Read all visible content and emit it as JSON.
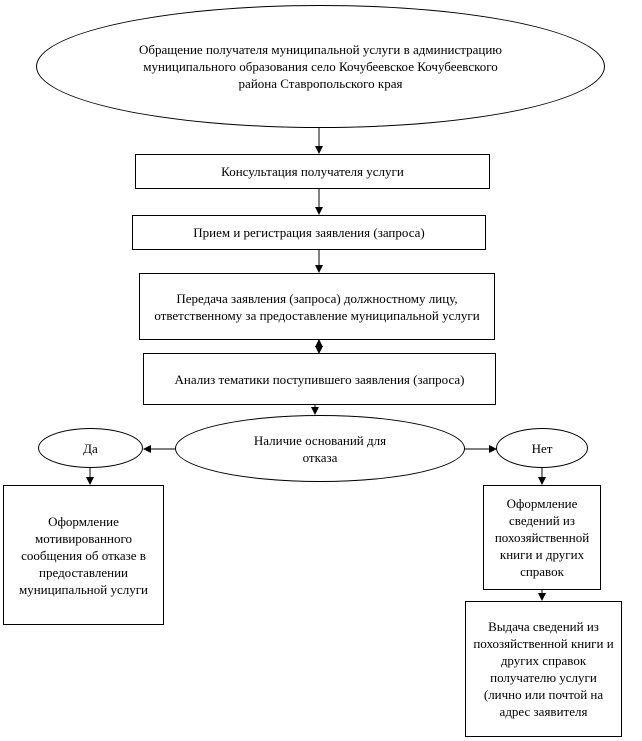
{
  "nodes": {
    "start": "Обращение получателя муниципальной услуги в администрацию муниципального образования село Кочубеевское Кочубеевского района Ставропольского края",
    "consult": "Консультация получателя услуги",
    "reception": "Прием и регистрация заявления (запроса)",
    "transfer": "Передача заявления (запроса) должностному лицу, ответственному за предоставление муниципальной услуги",
    "analysis": "Анализ тематики поступившего заявления (запроса)",
    "decision": "Наличие оснований для отказа",
    "yes": "Да",
    "no": "Нет",
    "refusal": "Оформление мотивированного сообщения об отказе в предоставлении муниципальной услуги",
    "prepare": "Оформление сведений из похозяйственной книги и других справок",
    "issue": "Выдача сведений из похозяйственной книги и других справок получателю услуги (лично или почтой на адрес заявителя"
  }
}
